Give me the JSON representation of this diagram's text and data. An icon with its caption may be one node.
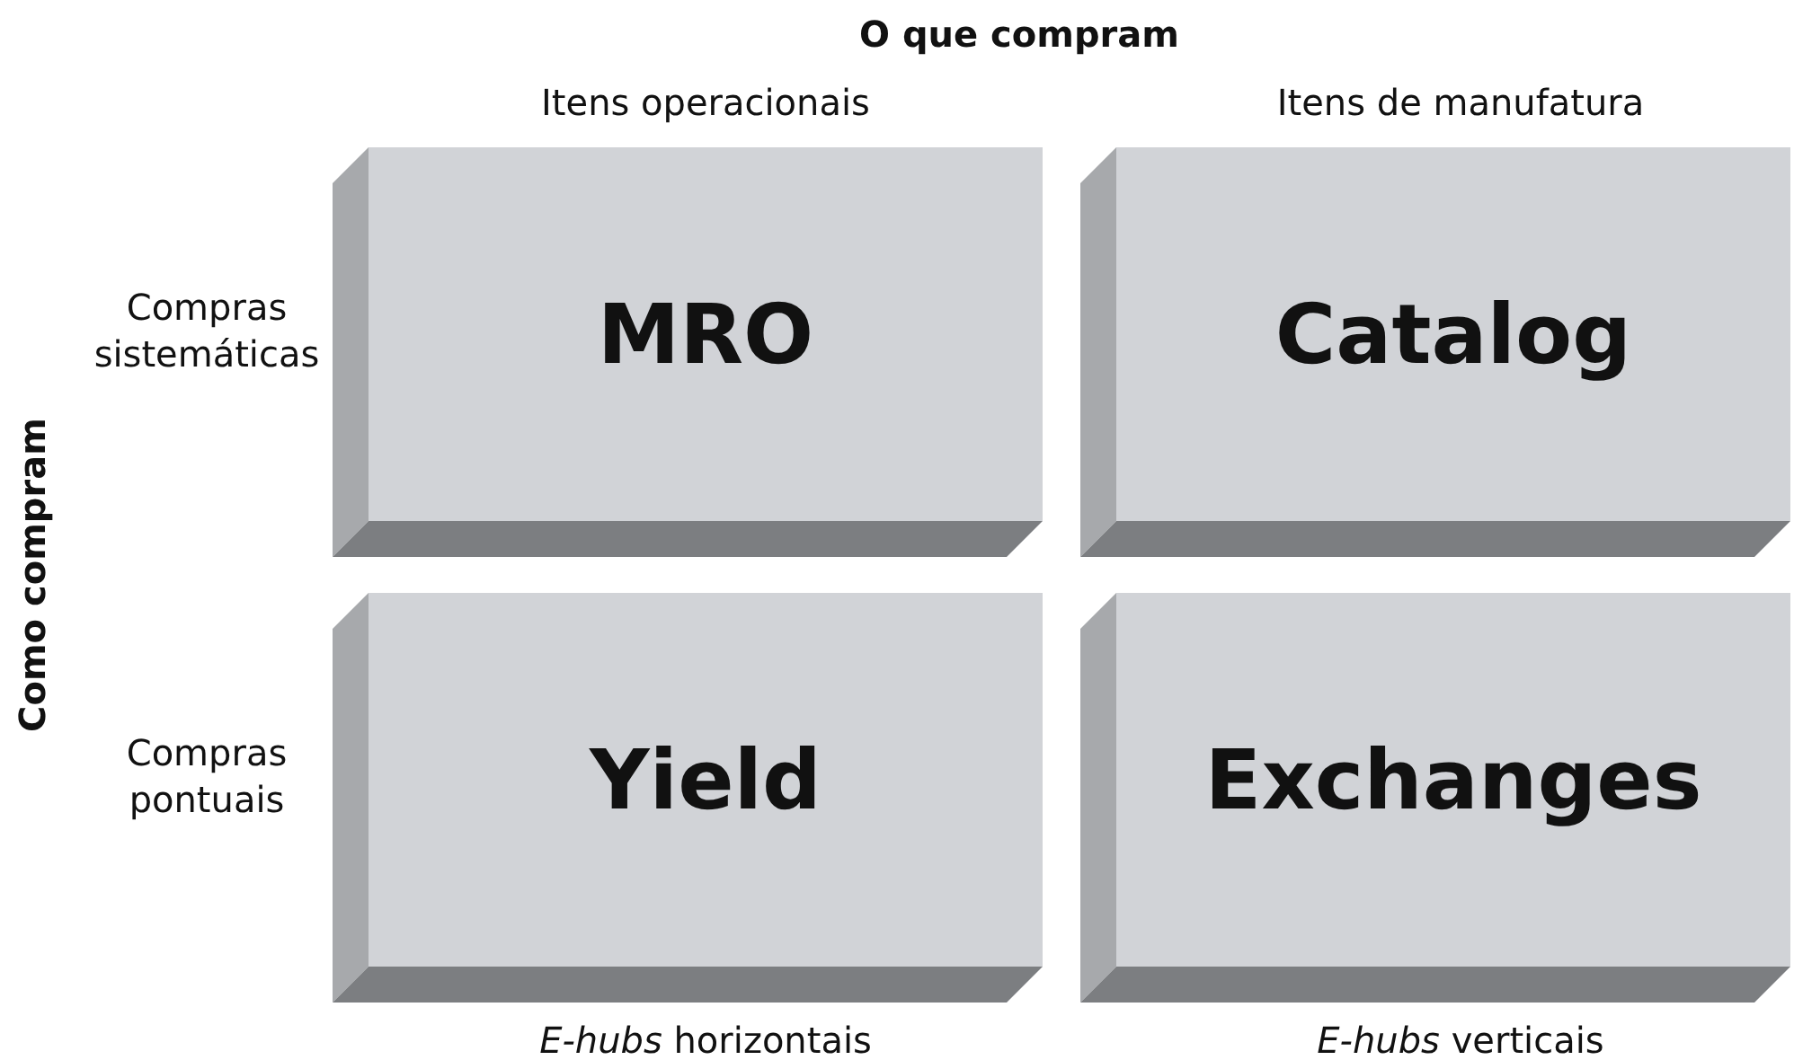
{
  "diagram": {
    "title": "O que compram",
    "nodes": [
      {
        "text": [
          "MRO"
        ]
      },
      {
        "text": [
          "Catalog"
        ]
      },
      {
        "text": [
          "Yield"
        ]
      },
      {
        "text": [
          "Exchanges"
        ]
      }
    ],
    "edges": [],
    "labels": [
      "Itens operacionais",
      "Itens de manufatura",
      "Como compram",
      "Compras sistemáticas",
      "Compras pontuais",
      "*E-hubs* horizontais",
      "*E-hubs* verticais"
    ]
  }
}
